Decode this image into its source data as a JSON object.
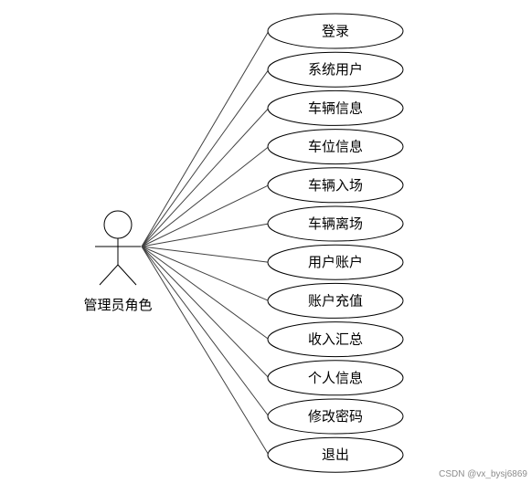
{
  "actor": {
    "name": "管理员角色"
  },
  "use_cases": [
    {
      "label": "登录"
    },
    {
      "label": "系统用户"
    },
    {
      "label": "车辆信息"
    },
    {
      "label": "车位信息"
    },
    {
      "label": "车辆入场"
    },
    {
      "label": "车辆离场"
    },
    {
      "label": "用户账户"
    },
    {
      "label": "账户充值"
    },
    {
      "label": "收入汇总"
    },
    {
      "label": "个人信息"
    },
    {
      "label": "修改密码"
    },
    {
      "label": "退出"
    }
  ],
  "watermark": "CSDN @vx_bysj6869",
  "colors": {
    "stroke": "#000000",
    "fill": "#ffffff",
    "line": "#404040"
  }
}
